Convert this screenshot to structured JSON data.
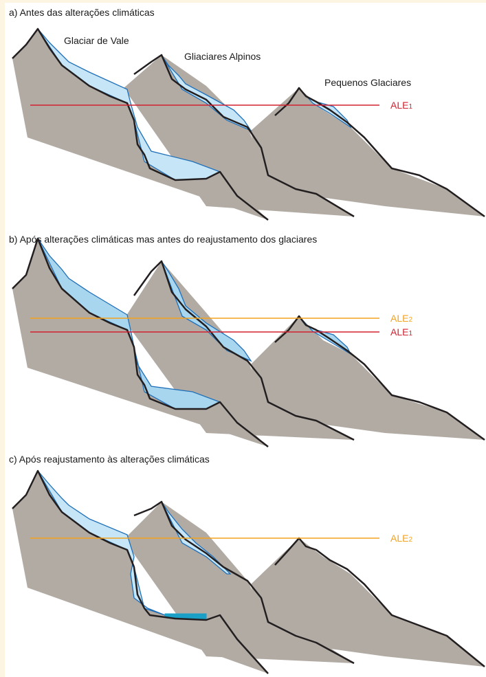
{
  "panels": [
    {
      "id": "a",
      "title": "a) Antes das alterações climáticas",
      "labels": {
        "valley": "Glaciar de Vale",
        "alpine": "Gliaciares Alpinos",
        "small": "Pequenos Glaciares"
      },
      "lines": [
        {
          "text": "ALE",
          "sub": "1",
          "color": "#d3202f"
        }
      ]
    },
    {
      "id": "b",
      "title": "b) Após alterações climáticas mas antes do reajustamento dos glaciares",
      "lines": [
        {
          "text": "ALE",
          "sub": "2",
          "color": "#f4a21c"
        },
        {
          "text": "ALE",
          "sub": "1",
          "color": "#d3202f"
        }
      ]
    },
    {
      "id": "c",
      "title": "c) Após reajustamento às alterações climáticas",
      "lines": [
        {
          "text": "ALE",
          "sub": "2",
          "color": "#f4a21c"
        }
      ]
    }
  ],
  "colors": {
    "rock": "#b1aba4",
    "ridge": "#231f20",
    "ice_outline": "#1f6fb8",
    "ice_fill": "#c6e6f8",
    "ice_fill_b": "#a9d6ef",
    "lake": "#1a9fc6",
    "ale1": "#d3202f",
    "ale2": "#f4a21c"
  }
}
